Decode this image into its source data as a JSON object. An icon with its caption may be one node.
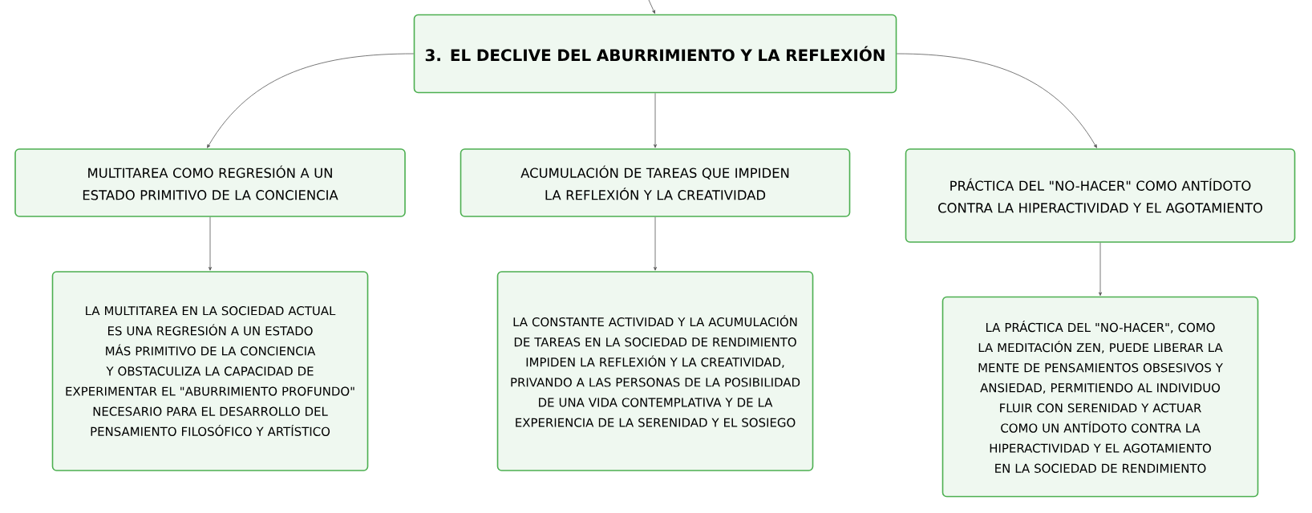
{
  "diagram": {
    "nodes": [
      {
        "text": [
          "3. EL DECLIVE DEL ABURRIMIENTO Y LA REFLEXIÓN"
        ]
      },
      {
        "text": [
          "MULTITAREA COMO REGRESIÓN A UN ESTADO PRIMITIVO DE LA CONCIENCIA"
        ]
      },
      {
        "text": [
          "ACUMULACIÓN DE TAREAS QUE IMPIDEN LA REFLEXIÓN Y LA CREATIVIDAD"
        ]
      },
      {
        "text": [
          "PRÁCTICA DEL \"NO-HACER\" COMO ANTÍDOTO CONTRA LA HIPERACTIVIDAD Y EL AGOTAMIENTO"
        ]
      },
      {
        "text": [
          "LA MULTITAREA EN LA SOCIEDAD ACTUAL ES UNA REGRESIÓN A UN ESTADO MÁS PRIMITIVO DE LA CONCIENCIA Y OBSTACULIZA LA CAPACIDAD DE EXPERIMENTAR EL \"ABURRIMIENTO PROFUNDO\" NECESARIO PARA EL DESARROLLO DEL PENSAMIENTO FILOSÓFICO Y ARTÍSTICO"
        ]
      },
      {
        "text": [
          "LA CONSTANTE ACTIVIDAD Y LA ACUMULACIÓN DE TAREAS EN LA SOCIEDAD DE RENDIMIENTO IMPIDEN LA REFLEXIÓN Y LA CREATIVIDAD, PRIVANDO A LAS PERSONAS DE LA POSIBILIDAD DE UNA VIDA CONTEMPLATIVA Y DE LA EXPERIENCIA DE LA SERENIDAD Y EL SOSIEGO"
        ]
      },
      {
        "text": [
          "LA PRÁCTICA DEL \"NO-HACER\", COMO LA MEDITACIÓN ZEN, PUEDE LIBERAR LA MENTE DE PENSAMIENTOS OBSESIVOS Y ANSIEDAD, PERMITIENDO AL INDIVIDUO FLUIR CON SERENIDAD Y ACTUAR COMO UN ANTÍDOTO CONTRA LA HIPERACTIVIDAD Y EL AGOTAMIENTO EN LA SOCIEDAD DE RENDIMIENTO"
        ]
      }
    ],
    "edges": [
      {
        "from": null,
        "to": 0,
        "arrow": "to"
      },
      {
        "from": 0,
        "to": 1,
        "arrow": "to"
      },
      {
        "from": 0,
        "to": 2,
        "arrow": "to"
      },
      {
        "from": 0,
        "to": 3,
        "arrow": "to"
      },
      {
        "from": 1,
        "to": 4,
        "arrow": "to"
      },
      {
        "from": 2,
        "to": 5,
        "arrow": "to"
      },
      {
        "from": 3,
        "to": 6,
        "arrow": "to"
      }
    ]
  }
}
